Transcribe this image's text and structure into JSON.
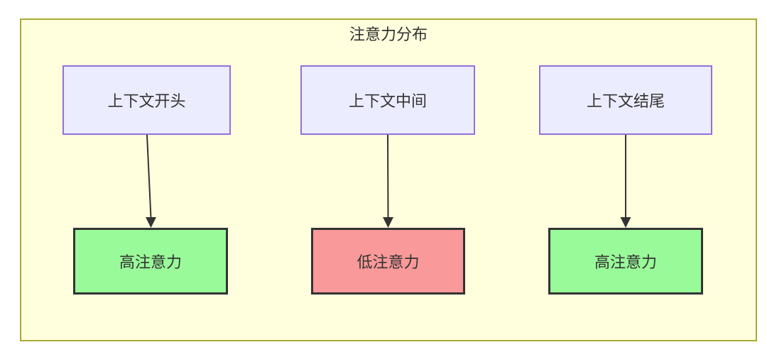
{
  "diagram": {
    "title": "注意力分布",
    "context_nodes": [
      {
        "id": "context-start",
        "label": "上下文开头"
      },
      {
        "id": "context-middle",
        "label": "上下文中间"
      },
      {
        "id": "context-end",
        "label": "上下文结尾"
      }
    ],
    "attention_nodes": [
      {
        "id": "attention-start",
        "label": "高注意力",
        "level": "high"
      },
      {
        "id": "attention-middle",
        "label": "低注意力",
        "level": "low"
      },
      {
        "id": "attention-end",
        "label": "高注意力",
        "level": "high"
      }
    ],
    "edges": [
      {
        "from": "上下文开头",
        "to": "高注意力"
      },
      {
        "from": "上下文中间",
        "to": "低注意力"
      },
      {
        "from": "上下文结尾",
        "to": "高注意力"
      }
    ],
    "colors": {
      "cluster_fill": "#ffffde",
      "cluster_border": "#aaaa33",
      "context_fill": "#ececff",
      "context_border": "#9370db",
      "high_attention_fill": "#99fa99",
      "low_attention_fill": "#fa9999",
      "attention_border": "#333333",
      "arrow": "#333333",
      "text": "#333333"
    }
  }
}
